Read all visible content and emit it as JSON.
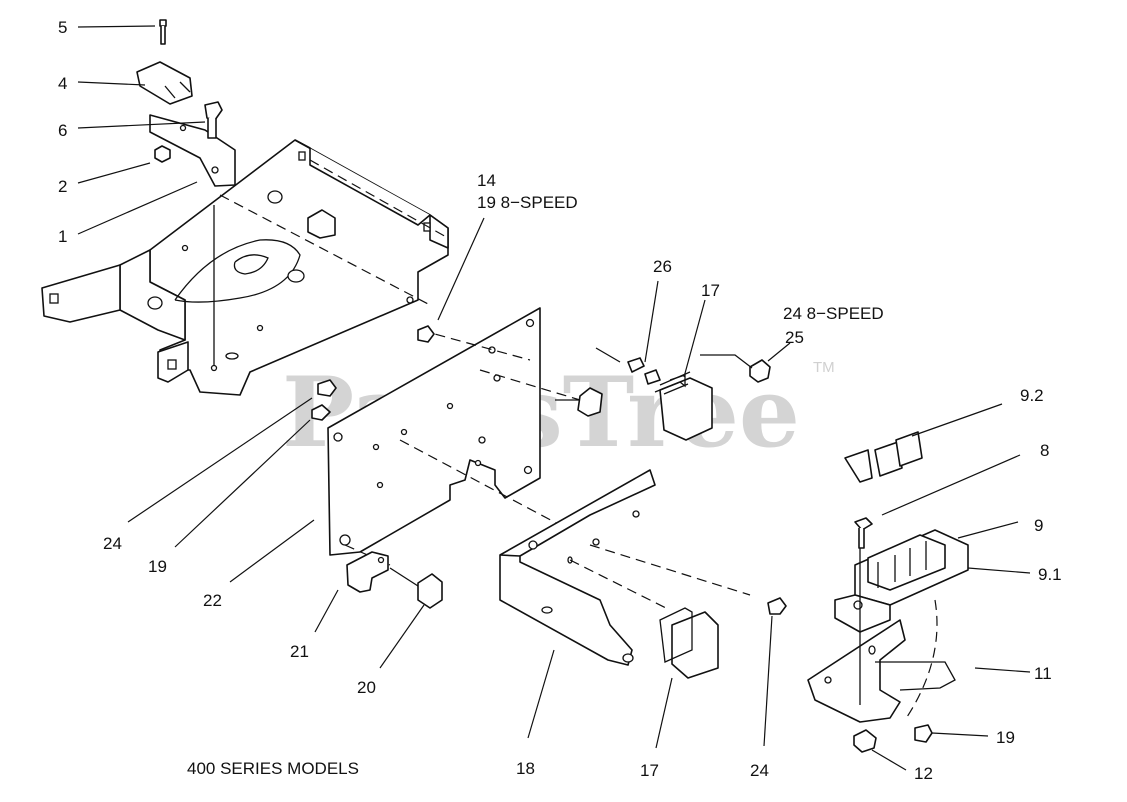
{
  "watermark": "PartsTree",
  "trademark": "TM",
  "caption": "400 SERIES MODELS",
  "callouts": {
    "c5": "5",
    "c4": "4",
    "c6": "6",
    "c2": "2",
    "c1": "1",
    "c14": "14",
    "c19a": "19  8−SPEED",
    "c26": "26",
    "c17a": "17",
    "c24a": "24  8−SPEED",
    "c25": "25",
    "c92": "9.2",
    "c8": "8",
    "c9": "9",
    "c91": "9.1",
    "c11": "11",
    "c19c": "19",
    "c12": "12",
    "c24b": "24",
    "c19b": "19",
    "c22": "22",
    "c21": "21",
    "c20": "20",
    "c18": "18",
    "c17b": "17",
    "c24c": "24"
  }
}
